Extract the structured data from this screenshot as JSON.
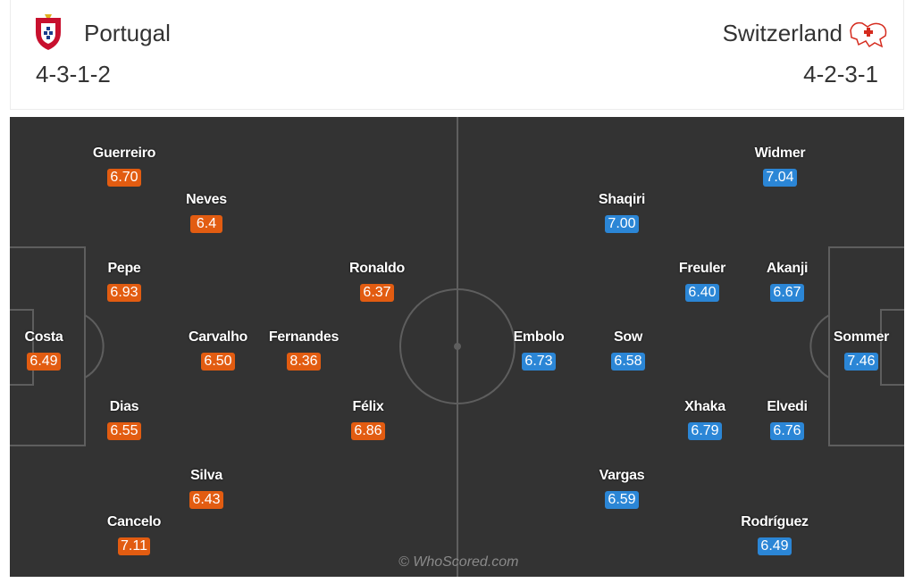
{
  "home": {
    "name": "Portugal",
    "formation": "4-3-1-2",
    "crest_icon": "portugal-crest",
    "rating_color": "#e25c11",
    "players": [
      {
        "name": "Guerreiro",
        "rating": "6.70"
      },
      {
        "name": "Neves",
        "rating": "6.4"
      },
      {
        "name": "Pepe",
        "rating": "6.93"
      },
      {
        "name": "Ronaldo",
        "rating": "6.37"
      },
      {
        "name": "Costa",
        "rating": "6.49"
      },
      {
        "name": "Carvalho",
        "rating": "6.50"
      },
      {
        "name": "Fernandes",
        "rating": "8.36"
      },
      {
        "name": "Dias",
        "rating": "6.55"
      },
      {
        "name": "Félix",
        "rating": "6.86"
      },
      {
        "name": "Silva",
        "rating": "6.43"
      },
      {
        "name": "Cancelo",
        "rating": "7.11"
      }
    ]
  },
  "away": {
    "name": "Switzerland",
    "formation": "4-2-3-1",
    "crest_icon": "switzerland-crest",
    "rating_color": "#2b86d6",
    "players": [
      {
        "name": "Widmer",
        "rating": "7.04"
      },
      {
        "name": "Shaqiri",
        "rating": "7.00"
      },
      {
        "name": "Freuler",
        "rating": "6.40"
      },
      {
        "name": "Akanji",
        "rating": "6.67"
      },
      {
        "name": "Embolo",
        "rating": "6.73"
      },
      {
        "name": "Sow",
        "rating": "6.58"
      },
      {
        "name": "Sommer",
        "rating": "7.46"
      },
      {
        "name": "Xhaka",
        "rating": "6.79"
      },
      {
        "name": "Elvedi",
        "rating": "6.76"
      },
      {
        "name": "Vargas",
        "rating": "6.59"
      },
      {
        "name": "Rodríguez",
        "rating": "6.49"
      }
    ]
  },
  "pitch": {
    "background": "#333333",
    "line_color": "#5e5e5e"
  },
  "watermark": "© WhoScored.com"
}
